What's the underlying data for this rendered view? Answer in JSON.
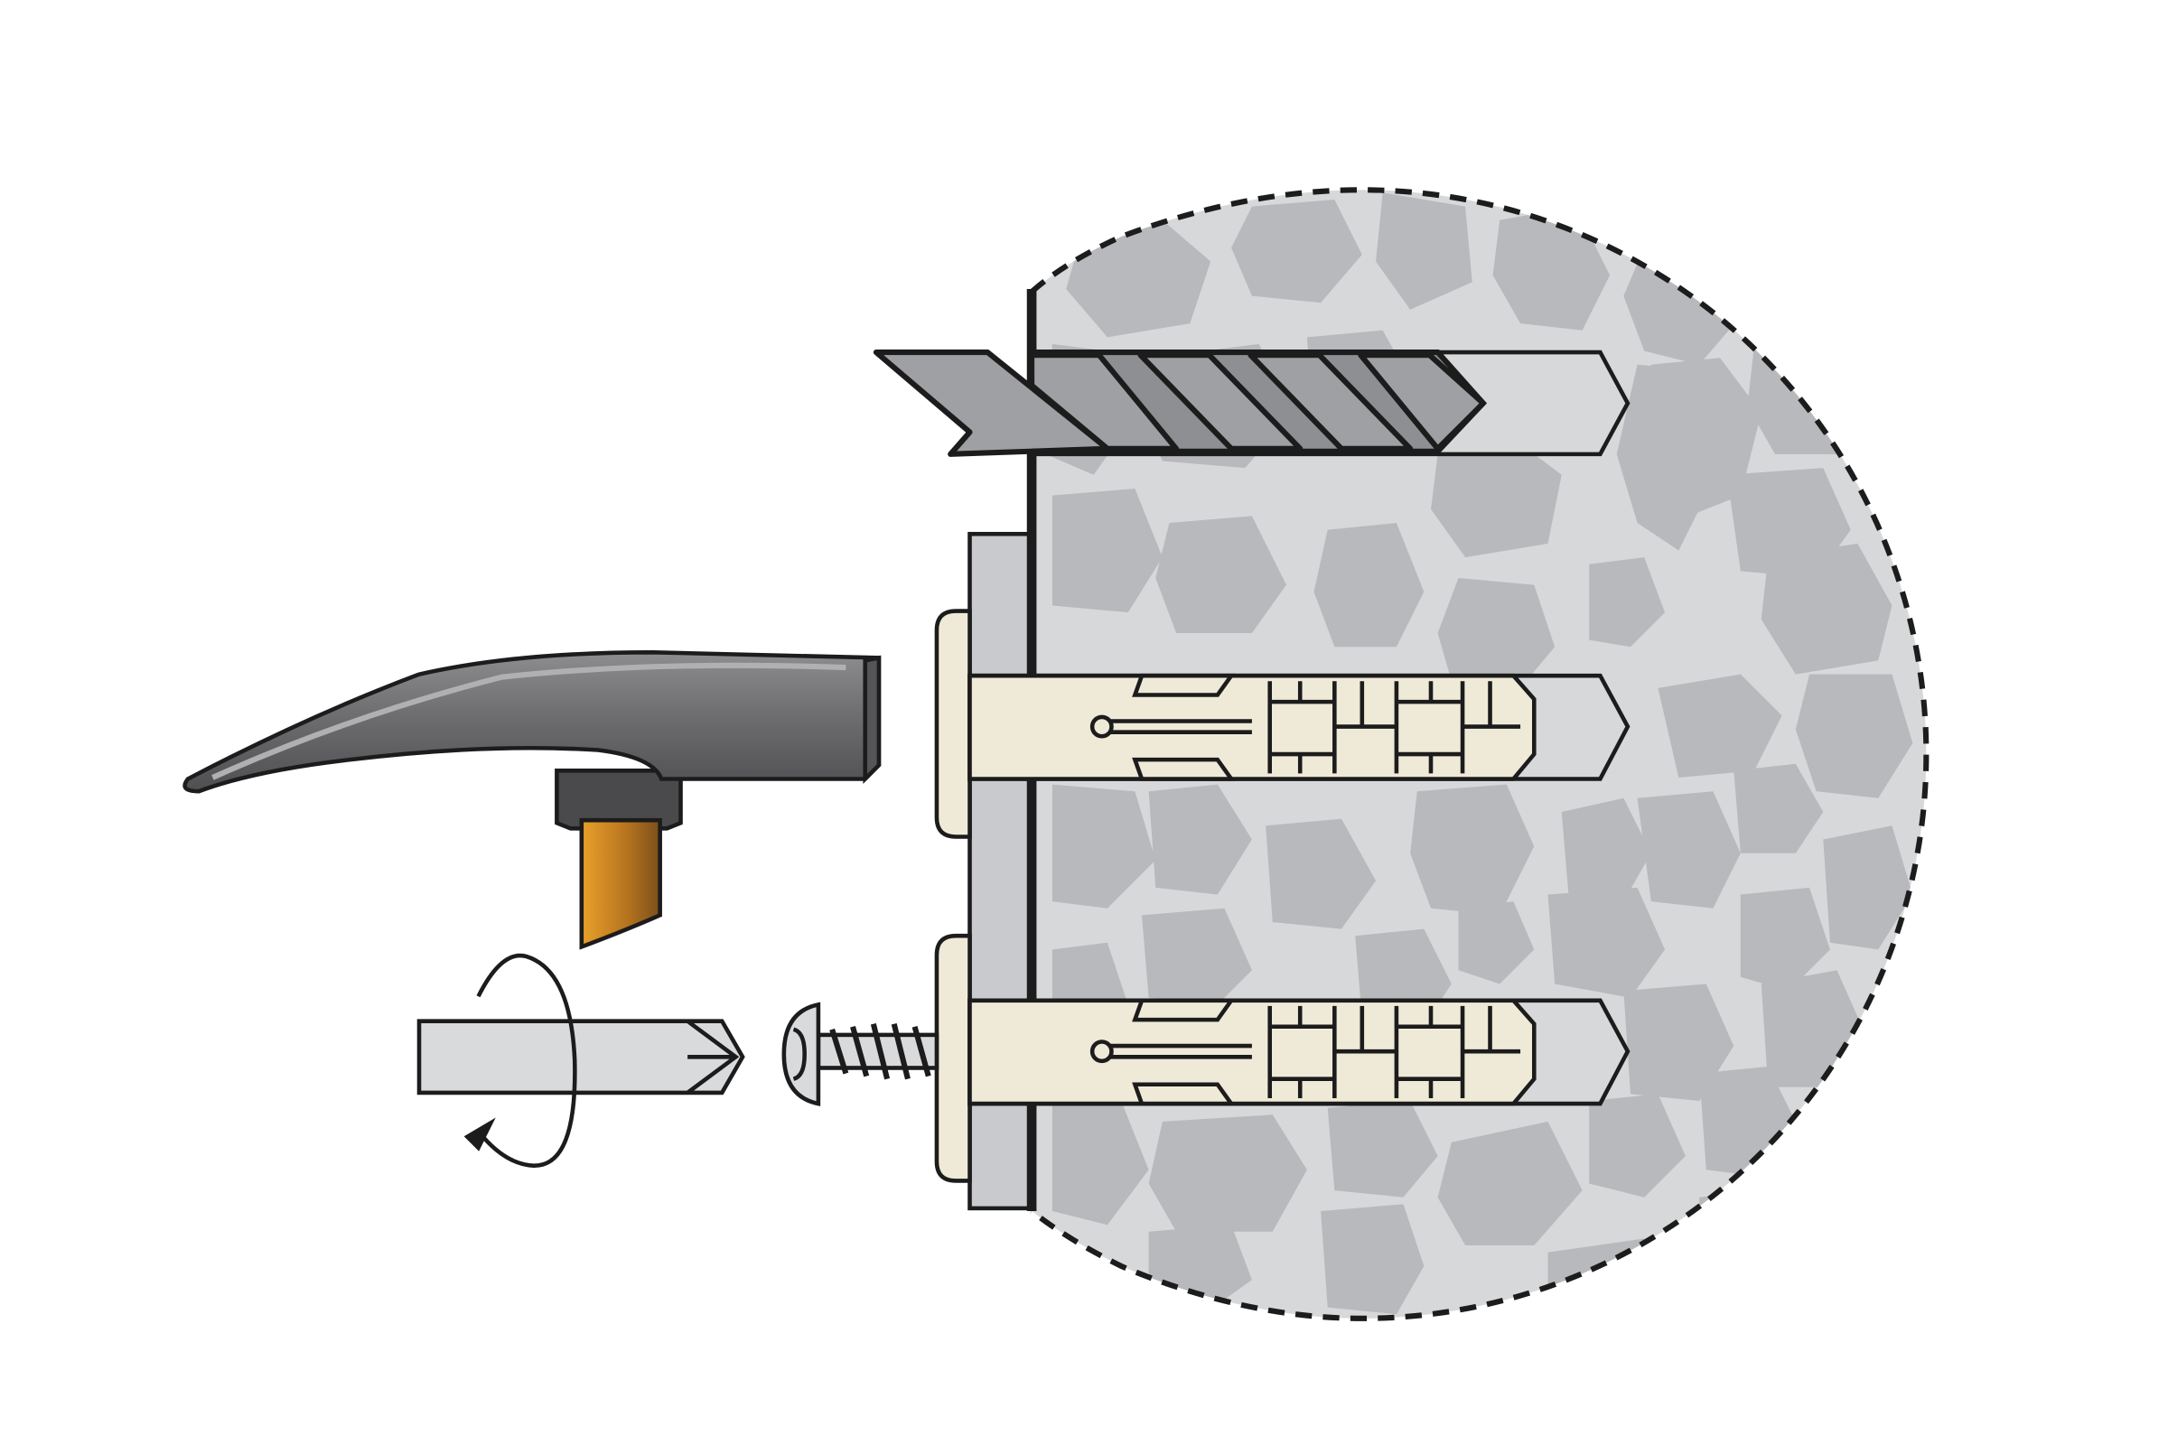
{
  "diagram": {
    "subject": "fixing-installation-steps",
    "components": [
      {
        "id": "masonry-wall",
        "icon": "stone-masonry-cross-section"
      },
      {
        "id": "drill-bit",
        "icon": "twist-drill-bit-icon"
      },
      {
        "id": "hammer",
        "icon": "hammer-icon"
      },
      {
        "id": "screwdriver-bit",
        "icon": "screwdriver-bit-icon",
        "motion": "rotate"
      },
      {
        "id": "wall-plugs",
        "icon": "frame-fixing-plug-icon",
        "count": 2
      },
      {
        "id": "screw",
        "icon": "screw-icon"
      },
      {
        "id": "fixture-plate",
        "icon": "fixture-plate-icon"
      }
    ],
    "colors": {
      "outline": "#1c1c1c",
      "wall-base": "#d7d8da",
      "stone": "#b8b9bc",
      "drill-bit": "#8e8f93",
      "hammer-head": "#6b6b6d",
      "hammer-handle": "#8a5a20",
      "handle-highlight": "#e39a22",
      "plug": "#efe9d8",
      "metal-light": "#d9dadc",
      "fixture": "#c9cacd"
    }
  }
}
